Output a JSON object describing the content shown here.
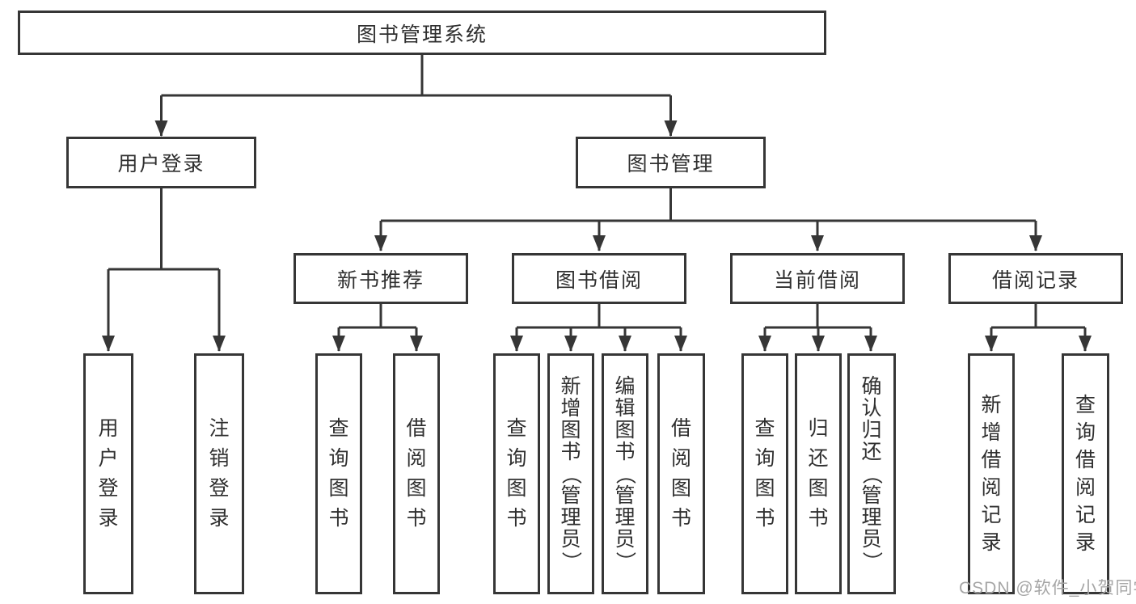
{
  "diagram_title": "图书管理系统",
  "colors": {
    "line": "#363636",
    "box_border": "#363636",
    "box_background": "#ffffff",
    "text": "#2f2f2f",
    "watermark": "#a6a6a6",
    "page_background": "#ffffff"
  },
  "tree": {
    "root": {
      "label": "图书管理系统",
      "children": [
        {
          "label": "用户登录",
          "children": [
            {
              "label": "用户登录"
            },
            {
              "label": "注销登录"
            }
          ]
        },
        {
          "label": "图书管理",
          "children": [
            {
              "label": "新书推荐",
              "children": [
                {
                  "label": "查询图书"
                },
                {
                  "label": "借阅图书"
                }
              ]
            },
            {
              "label": "图书借阅",
              "children": [
                {
                  "label": "查询图书"
                },
                {
                  "label": "新增图书（管理员）"
                },
                {
                  "label": "编辑图书（管理员）"
                },
                {
                  "label": "借阅图书"
                }
              ]
            },
            {
              "label": "当前借阅",
              "children": [
                {
                  "label": "查询图书"
                },
                {
                  "label": "归还图书"
                },
                {
                  "label": "确认归还（管理员）"
                }
              ]
            },
            {
              "label": "借阅记录",
              "children": [
                {
                  "label": "新增借阅记录"
                },
                {
                  "label": "查询借阅记录"
                }
              ]
            }
          ]
        }
      ]
    }
  },
  "watermark": {
    "text": "CSDN @软件_小贺同学"
  }
}
